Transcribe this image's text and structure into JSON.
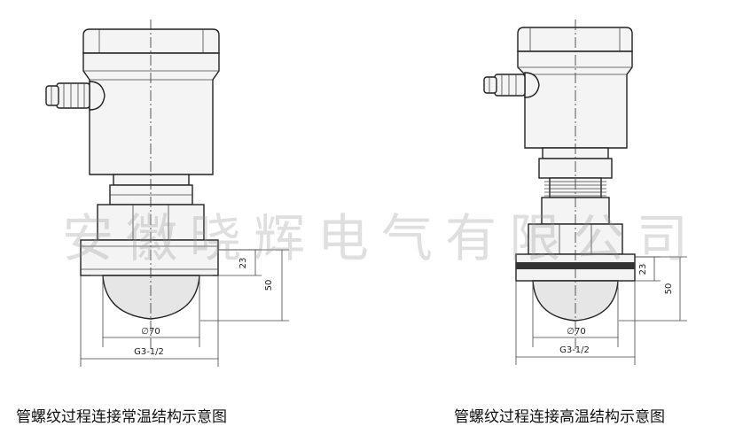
{
  "watermark": "安徽晓辉电气有限公司",
  "left_drawing": {
    "caption": "管螺纹过程连接常温结构示意图",
    "dim_height_small": "23",
    "dim_height_total": "50",
    "dim_diameter": "∅70",
    "dim_thread": "G3-1/2"
  },
  "right_drawing": {
    "caption": "管螺纹过程连接高温结构示意图",
    "dim_height_small": "23",
    "dim_height_total": "50",
    "dim_diameter": "∅70",
    "dim_thread": "G3-1/2"
  }
}
